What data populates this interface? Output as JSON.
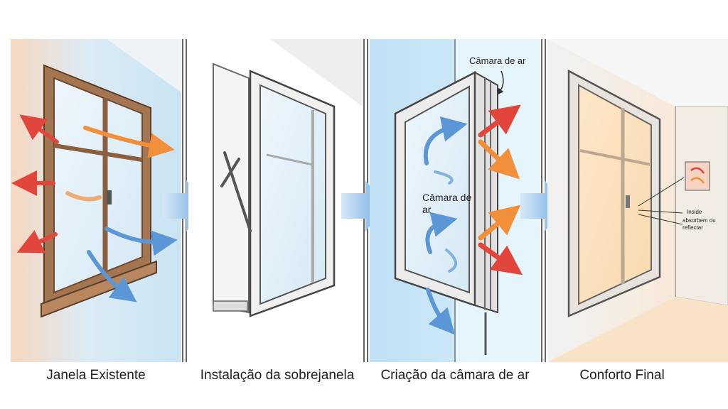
{
  "steps": [
    {
      "caption": "Janela Existente"
    },
    {
      "caption": "Instalação da sobrejanela"
    },
    {
      "caption": "Criação da câmara de ar"
    },
    {
      "caption": "Conforto Final"
    }
  ],
  "annotations": {
    "air_chamber_top": "Câmara de ar",
    "air_chamber_center": "Câmara de\nar",
    "inside_label": "Inside",
    "absorb_label": "absorbem ou\nreflectar"
  },
  "colors": {
    "heat_red": "#e2453b",
    "heat_orange": "#f28f3b",
    "cool_blue": "#5b97d6",
    "flow_arrow": "#7fb2e5",
    "wall_blue": "#cfe6f5",
    "wood": "#a37550",
    "warm_glow": "#fbe3c4"
  }
}
